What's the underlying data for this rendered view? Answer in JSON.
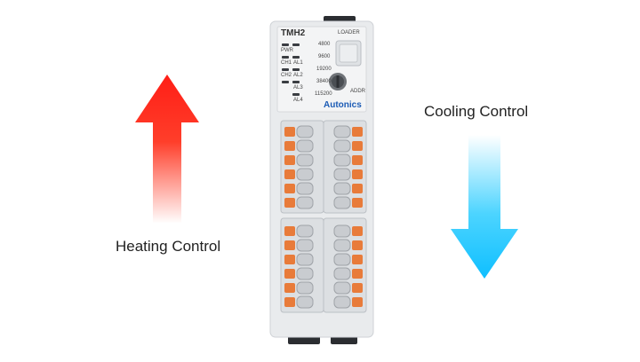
{
  "labels": {
    "heating": "Heating Control",
    "cooling": "Cooling Control"
  },
  "device": {
    "model": "TMH2",
    "brand": "Autonics",
    "loader": "LOADER",
    "addr": "ADDR",
    "baud_rates": [
      "4800",
      "9600",
      "19200",
      "38400",
      "115200"
    ],
    "leds": [
      {
        "a": "PWR",
        "b": ""
      },
      {
        "a": "CH1",
        "b": "AL1"
      },
      {
        "a": "CH2",
        "b": "AL2"
      },
      {
        "a": "",
        "b": "AL3"
      },
      {
        "a": "",
        "b": "AL4"
      }
    ]
  },
  "icons": {
    "heating": "arrow-up-icon",
    "cooling": "arrow-down-icon"
  },
  "colors": {
    "heating": "#ff2a1e",
    "cooling": "#1ec8ff",
    "terminal": "#e87b3a"
  }
}
